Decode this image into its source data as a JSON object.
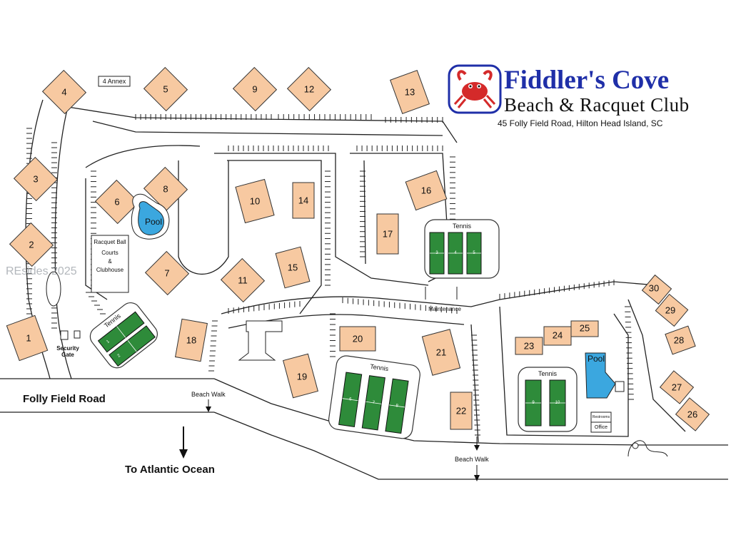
{
  "logo": {
    "title": "Fiddler's Cove",
    "subtitle": "Beach & Racquet Club",
    "address": "45 Folly Field Road, Hilton Head Island, SC",
    "brand_color": "#1f2fa8",
    "crab_color": "#d42a2a",
    "icon": "crab-logo-icon"
  },
  "buildings": [
    "1",
    "2",
    "3",
    "4",
    "5",
    "6",
    "7",
    "8",
    "9",
    "10",
    "11",
    "12",
    "13",
    "14",
    "15",
    "16",
    "17",
    "18",
    "19",
    "20",
    "21",
    "22",
    "23",
    "24",
    "25",
    "26",
    "27",
    "28",
    "29",
    "30"
  ],
  "annex": "4 Annex",
  "amenities": {
    "pool_label": "Pool",
    "tennis_label": "Tennis",
    "racquetball": [
      "Racquet Ball",
      "Courts",
      "&",
      "Clubhouse"
    ],
    "security_gate": [
      "Security",
      "Gate"
    ],
    "maintenance": "Maintenance",
    "restrooms": "Restrooms",
    "office": "Office"
  },
  "court_numbers": [
    "1",
    "2",
    "3",
    "4",
    "5",
    "6",
    "7",
    "8",
    "9",
    "10"
  ],
  "roads": {
    "folly_field": "Folly Field Road",
    "beach_walk": "Beach Walk",
    "ocean": "To Atlantic Ocean"
  },
  "watermark": "REsides 2025",
  "colors": {
    "building_fill": "#f7c9a1",
    "court_green": "#2e8b3a",
    "pool_blue": "#3ba7df"
  }
}
